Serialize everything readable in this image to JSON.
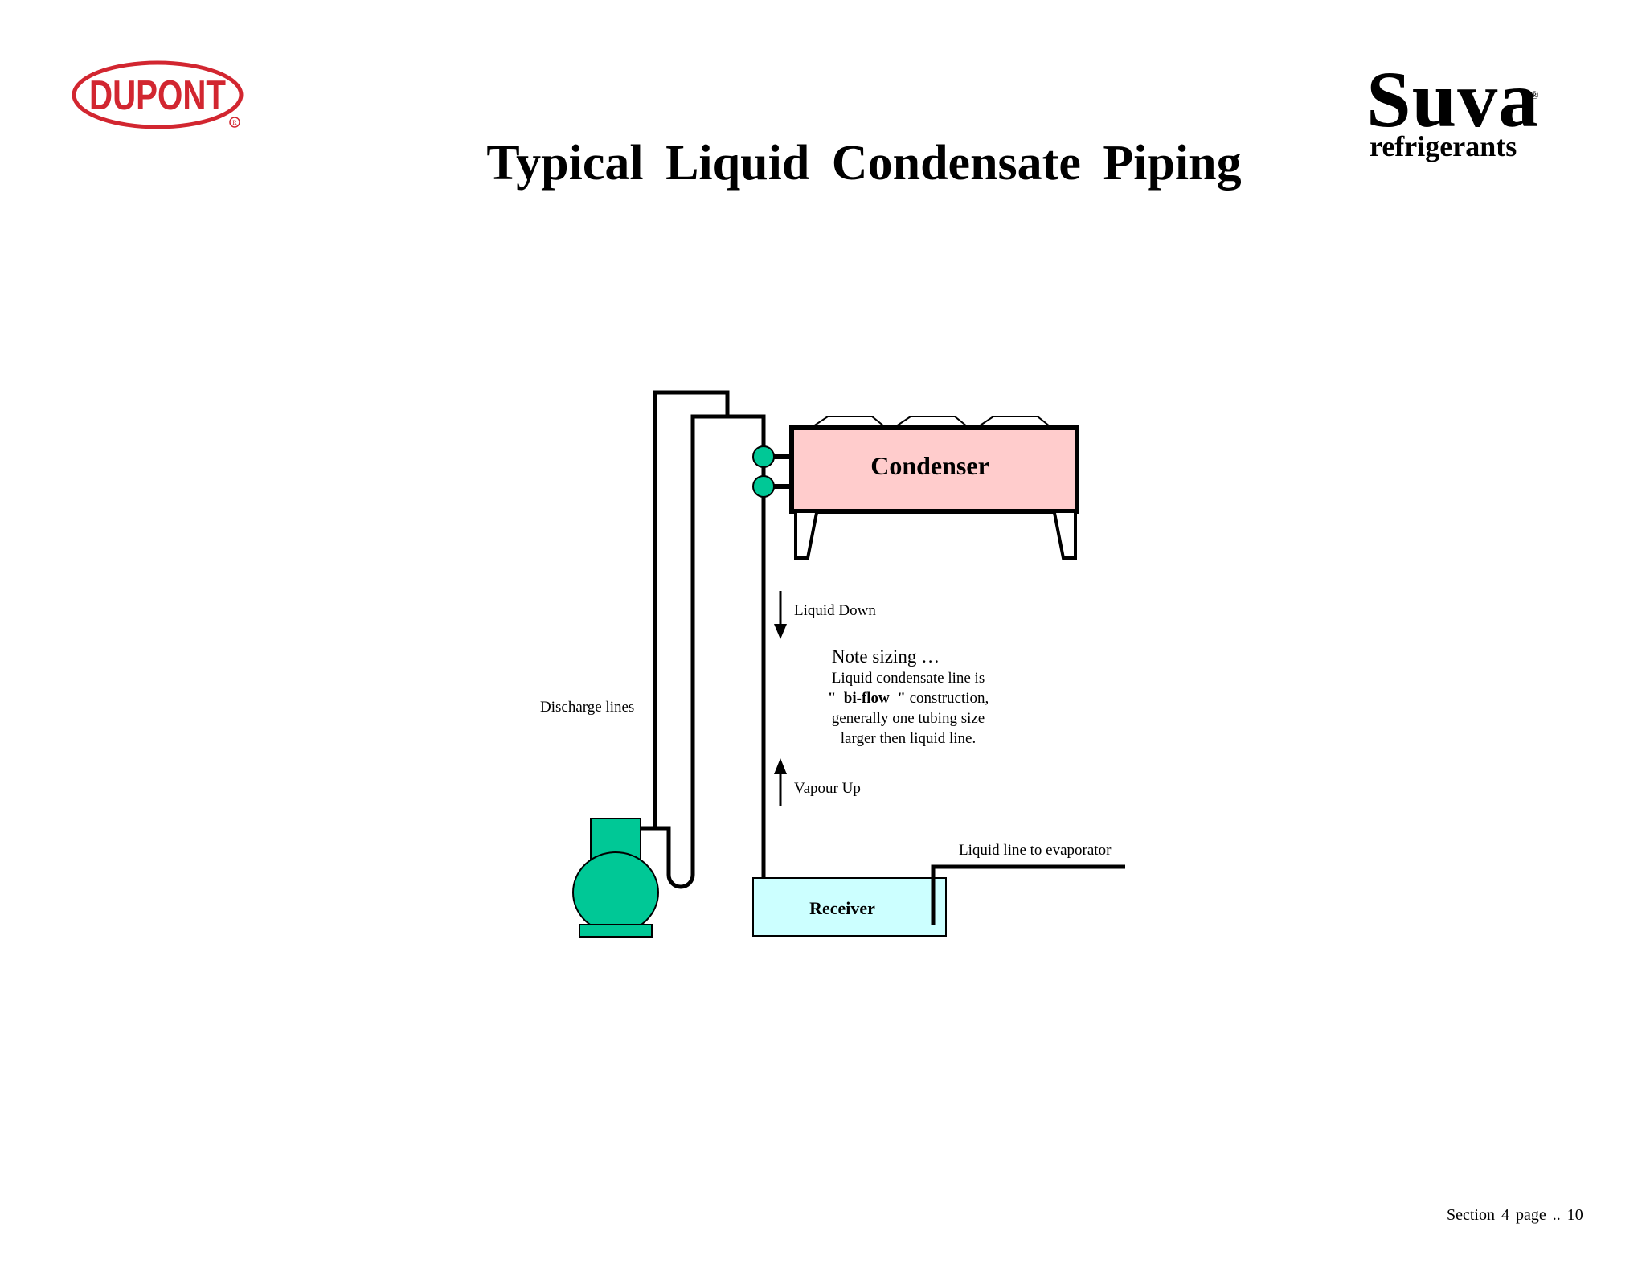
{
  "header": {
    "logo_text": "DUPONT",
    "title": "Typical Liquid Condensate Piping",
    "brand_name": "Suva",
    "brand_reg": "®",
    "brand_subtitle": "refrigerants"
  },
  "diagram": {
    "condenser_label": "Condenser",
    "receiver_label": "Receiver",
    "discharge_label": "Discharge lines",
    "liquid_down_label": "Liquid Down",
    "vapour_up_label": "Vapour Up",
    "liquid_line_label": "Liquid line to evaporator",
    "note": {
      "heading": "Note sizing …",
      "line1": "Liquid condensate line is",
      "line2_quote_open": "\"",
      "line2_bold": "bi-flow",
      "line2_quote_close": "\"",
      "line2_rest": "construction,",
      "line3": "generally one tubing size",
      "line4": "larger then liquid line."
    }
  },
  "footer": {
    "page_ref": "Section 4 page .. 10"
  },
  "colors": {
    "logo_red": "#d22630",
    "condenser_fill": "#ffcccc",
    "receiver_fill": "#ccffff",
    "compressor_fill": "#00c896",
    "pipe": "#000000"
  }
}
